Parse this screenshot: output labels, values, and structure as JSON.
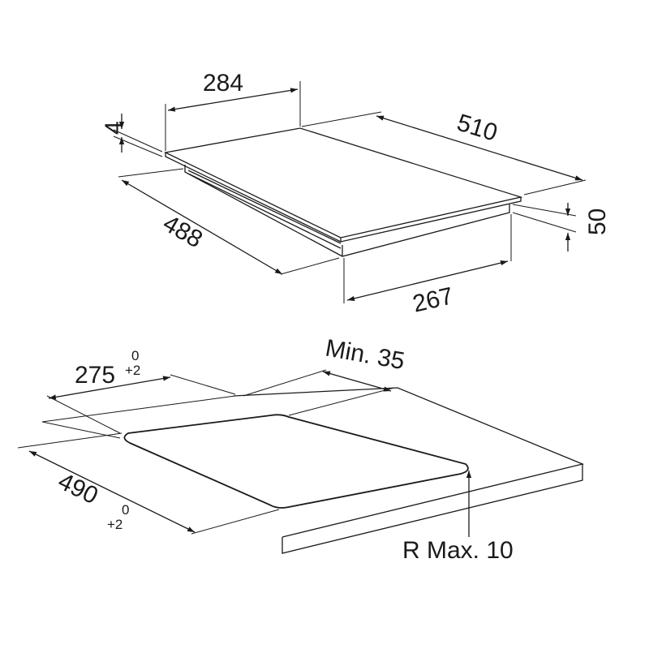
{
  "hob": {
    "width_top": "284",
    "length": "510",
    "glass_thickness": "4",
    "depth": "488",
    "height": "50",
    "base_width": "267"
  },
  "cutout": {
    "width": "275",
    "width_tol_upper": "0",
    "width_tol_lower": "+2",
    "length": "490",
    "length_tol_upper": "0",
    "length_tol_lower": "+2",
    "min_edge": "Min. 35",
    "radius": "R Max. 10"
  },
  "colors": {
    "line": "#1a1a1a",
    "background": "#ffffff"
  }
}
